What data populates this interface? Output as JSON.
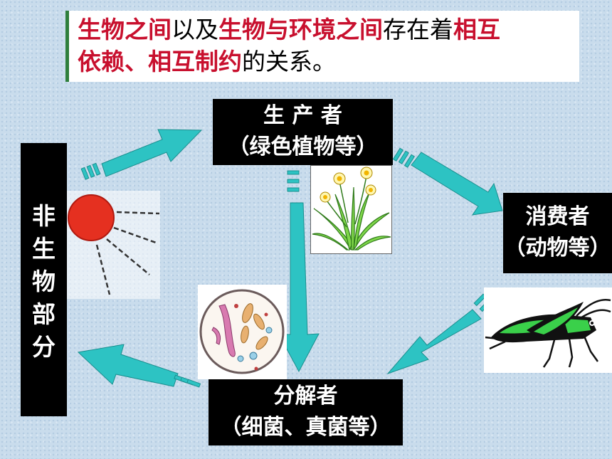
{
  "banner": {
    "seg1": "生物之间",
    "seg2": "以及",
    "seg3": "生物与环境之间",
    "seg4": "存在着",
    "seg5": "相互",
    "seg6": "依赖、相互制约",
    "seg7": "的关系。"
  },
  "producer": {
    "line1": "生  产  者",
    "line2": "（绿色植物等）"
  },
  "consumer": {
    "line1": "消费者",
    "line2": "（动物等）"
  },
  "decomposer": {
    "line1": "分解者",
    "line2": "（细菌、真菌等）"
  },
  "abiotic": {
    "chars": [
      "非",
      "生",
      "物",
      "部",
      "分"
    ]
  },
  "colors": {
    "highlight": "#c8102e",
    "arrow": "#2dc3c3",
    "box": "#000000",
    "sun": "#e53020"
  },
  "icons": [
    "sun-icon",
    "daffodil-icon",
    "microbe-icon",
    "grasshopper-icon"
  ]
}
